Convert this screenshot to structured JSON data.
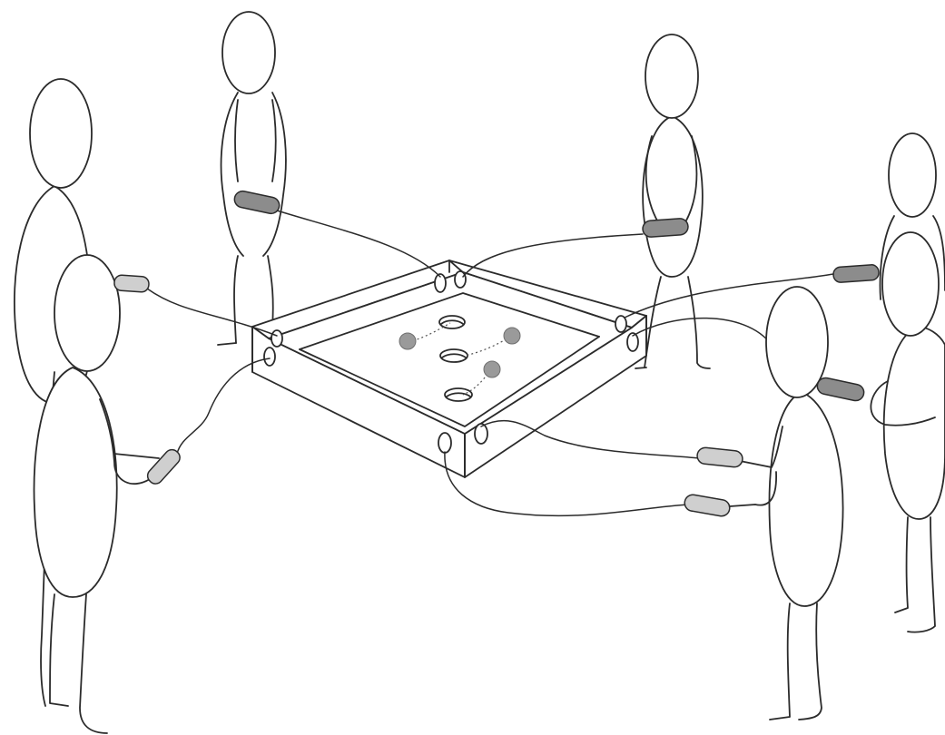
{
  "colors": {
    "background": "#ffffff",
    "line": "#2b2b2b",
    "ball": "#9a9a9a",
    "handle_dark": "#8c8c8c",
    "handle_light": "#cfcfcf"
  },
  "scene": {
    "people_count": 7,
    "handles_count": 8,
    "holes_count": 3,
    "balls_count": 3
  }
}
